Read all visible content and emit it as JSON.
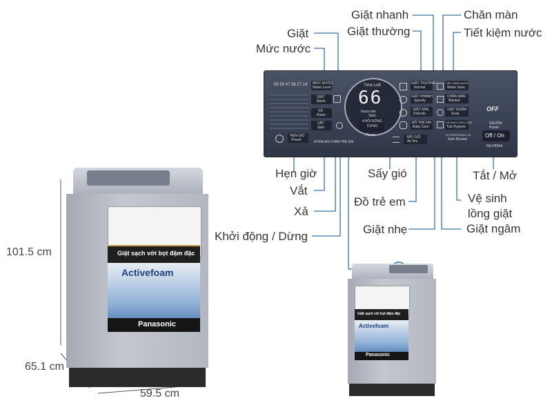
{
  "callouts": {
    "giat_nhanh": "Giặt nhanh",
    "giat_thuong": "Giặt thường",
    "giat": "Giặt",
    "muc_nuoc": "Mức nước",
    "chan_man": "Chăn màn",
    "tiet_kiem_nuoc": "Tiết kiệm nước",
    "hen_gio": "Hẹn giờ",
    "vat": "Vắt",
    "xa": "Xả",
    "khoi_dong_dung": "Khởi động / Dừng",
    "say_gio": "Sấy gió",
    "do_tre_em": "Đồ trẻ em",
    "giat_nhe": "Giặt nhẹ",
    "tat_mo": "Tắt / Mở",
    "ve_sinh_long_giat_1": "Vệ sinh",
    "ve_sinh_long_giat_2": "lồng giặt",
    "giat_ngam": "Giặt ngâm"
  },
  "dimensions": {
    "height": "101.5 cm",
    "depth": "65.1 cm",
    "width": "59.5 cm"
  },
  "panel": {
    "display_digits": "66",
    "time_left": "Time Left",
    "hours_min": "hours  min",
    "start": "Start",
    "khoi_dong": "KHỞI ĐỘNG",
    "dung": "DỪNG",
    "pause": "Pause",
    "water_levels": "56 55 47 38 27 14",
    "muc_nuoc_btn": "MỨC NƯỚC",
    "water_level_en": "Water Level",
    "giat_btn": "GIẶT",
    "wash_en": "Wash",
    "xa_btn": "XẢ",
    "rinse_en": "Rinse",
    "vat_btn": "VẮT",
    "spin_en": "Spin",
    "hen_gio_btn": "HẸN GIỜ",
    "preset_en": "Preset",
    "child_lock": "KHÓA AN TOÀN TRẺ EM",
    "giat_thuong_btn": "GIẶT THƯỜNG",
    "normal_en": "Normal",
    "giat_nhanh_btn": "GIẶT NHANH",
    "speedy_en": "Speedy",
    "giat_nhe_btn": "GIẶT NHẸ",
    "delicate_en": "Delicate",
    "do_tre_em_btn": "ĐỒ TRẺ EM",
    "baby_care_en": "Baby Care",
    "say_gio_btn": "SẤY GIÓ",
    "air_dry_en": "Air Dry",
    "tiet_kiem_btn": "TIẾT KIỆM NƯỚC",
    "water_save_en": "Water Save",
    "chan_man_btn": "CHĂN MÀN",
    "blanket_en": "Blanket",
    "giat_ngam_btn": "GIẶT NGÂM",
    "soak_en": "Soak",
    "ve_sinh_btn": "VỆ SINH LỒNG GIẶT",
    "tub_hygiene_en": "Tub Hygiene",
    "tu_khoi_dong": "TỰ KHỞI ĐỘNG LẠI",
    "auto_restart": "Auto Restart",
    "auto_off": "OFF",
    "nguon": "NGUỒN",
    "power_en": "Power",
    "off_on": "Off / On",
    "model": "NA-F85A4"
  },
  "machine": {
    "banner": "Giặt sạch với bọt đậm đặc",
    "activefoam": "Activefoam",
    "brand": "Panasonic"
  },
  "colors": {
    "panel_bg": "#3a4255",
    "machine_body": "#b8bcc6",
    "machine_base": "#2b2b2b",
    "line": "#3b6fa0",
    "label": "#333333"
  }
}
